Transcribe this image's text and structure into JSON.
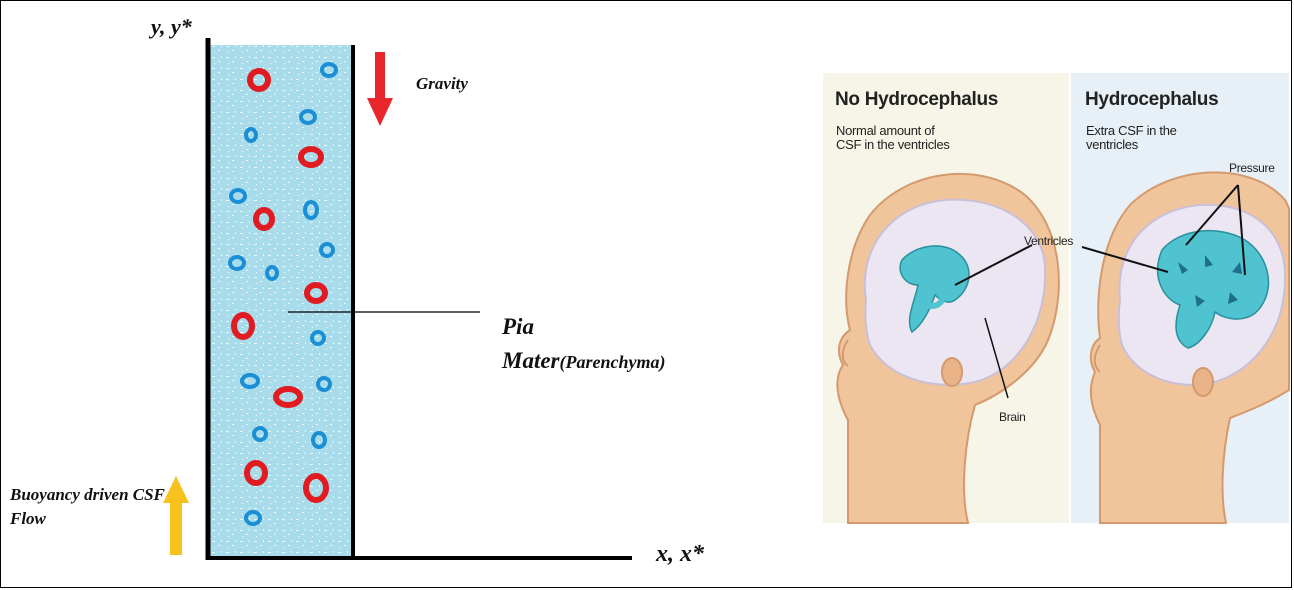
{
  "left_diagram": {
    "y_axis_label": "y, y*",
    "x_axis_label": "x, x*",
    "gravity_label": "Gravity",
    "pia_label_line1": "Pia",
    "pia_label_line2": "Mater",
    "pia_label_suffix": "(Parenchyma)",
    "buoyancy_label_line1": "Buoyancy driven CSF",
    "buoyancy_label_line2": "Flow",
    "colors": {
      "fluid": "#a8dcea",
      "red_particle": "#e01b22",
      "blue_particle": "#1a8fd6",
      "gravity_arrow": "#e8262b",
      "buoyancy_arrow": "#f7c21c"
    }
  },
  "right_illustration": {
    "panel_left": {
      "title": "No Hydrocephalus",
      "subtitle_line1": "Normal amount of",
      "subtitle_line2": "CSF in the ventricles",
      "callout_ventricles": "Ventricles",
      "callout_brain": "Brain"
    },
    "panel_right": {
      "title": "Hydrocephalus",
      "subtitle_line1": "Extra CSF in the",
      "subtitle_line2": "ventricles",
      "callout_pressure": "Pressure"
    },
    "colors": {
      "panel_left_bg": "#f6f5e7",
      "panel_right_bg": "#e7f0f6",
      "skin": "#f1c59c",
      "skin_outline": "#d49a6e",
      "brain": "#ece6f3",
      "ventricle": "#4fc3cf"
    }
  }
}
